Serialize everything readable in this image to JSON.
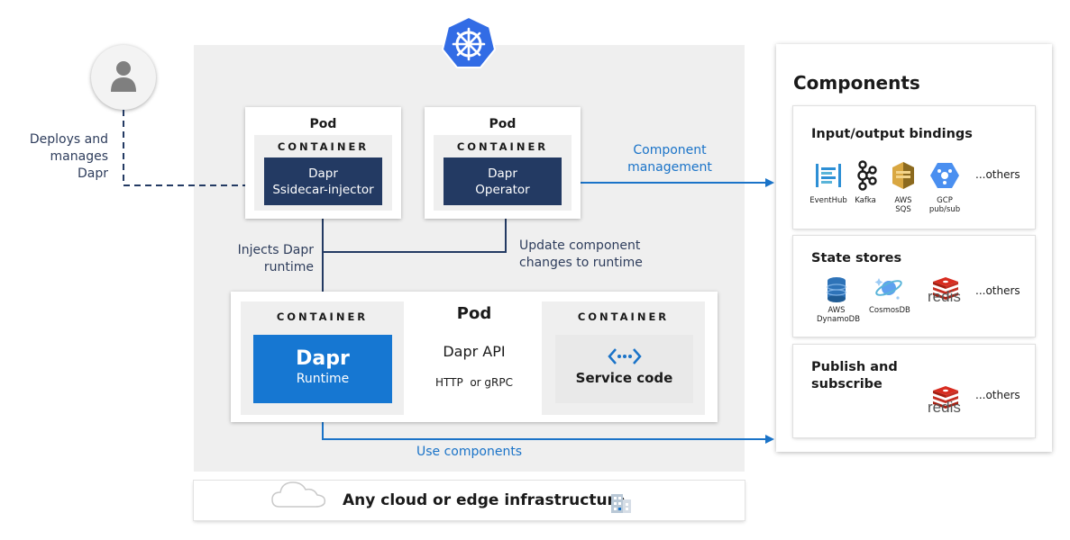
{
  "user": {
    "deploy_label_1": "Deploys and",
    "deploy_label_2": "manages Dapr"
  },
  "infra": {
    "label": "Any cloud or edge infrastructure"
  },
  "pod_top_left": {
    "title": "Pod",
    "container": "CONTAINER",
    "box_line1": "Dapr",
    "box_line2": "Ssidecar-injector"
  },
  "pod_top_right": {
    "title": "Pod",
    "container": "CONTAINER",
    "box_line1": "Dapr",
    "box_line2": "Operator"
  },
  "labels": {
    "component_management_1": "Component",
    "component_management_2": "management",
    "injects_1": "Injects Dapr",
    "injects_2": "runtime",
    "update_1": "Update component",
    "update_2": "changes to runtime",
    "use_components": "Use components"
  },
  "pod_bottom": {
    "title": "Pod",
    "left_container": "CONTAINER",
    "runtime_title": "Dapr",
    "runtime_sub": "Runtime",
    "api_title": "Dapr API",
    "api_sub": "HTTP  or gRPC",
    "right_container": "CONTAINER",
    "service_code": "Service code"
  },
  "components": {
    "title": "Components",
    "bindings": {
      "title": "Input/output bindings",
      "items": [
        {
          "icon": "eventhub-icon",
          "label_1": "EventHub",
          "label_2": ""
        },
        {
          "icon": "kafka-icon",
          "label_1": "Kafka",
          "label_2": ""
        },
        {
          "icon": "aws-sqs-icon",
          "label_1": "AWS",
          "label_2": "SQS"
        },
        {
          "icon": "gcp-pubsub-icon",
          "label_1": "GCP",
          "label_2": "pub/sub"
        }
      ],
      "others": "...others"
    },
    "state": {
      "title": "State stores",
      "items": [
        {
          "icon": "aws-dynamodb-icon",
          "label_1": "AWS",
          "label_2": "DynamoDB"
        },
        {
          "icon": "cosmosdb-icon",
          "label_1": "CosmosDB",
          "label_2": ""
        },
        {
          "icon": "redis-icon",
          "label_1": "redis",
          "label_2": ""
        }
      ],
      "others": "...others"
    },
    "pubsub": {
      "title_1": "Publish and",
      "title_2": "subscribe",
      "items": [
        {
          "icon": "redis-icon",
          "label_1": "redis"
        }
      ],
      "others": "...others"
    }
  },
  "colors": {
    "navy": "#233a63",
    "dapr_blue": "#1677d2",
    "link_blue": "#1a73c8",
    "k8s_blue": "#326ce5"
  }
}
